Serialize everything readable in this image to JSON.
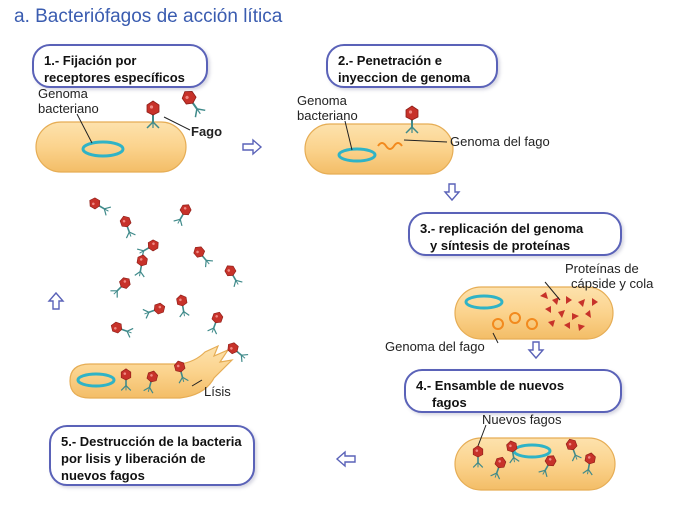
{
  "title": "a. Bacteriófagos de acción lítica",
  "steps": [
    {
      "line1": "1.- Fijación por",
      "line2": "receptores específicos"
    },
    {
      "line1": "2.- Penetración e",
      "line2": "inyeccion de genoma"
    },
    {
      "line1": "3.- replicación del genoma",
      "line2": "y síntesis de proteínas"
    },
    {
      "line1": "4.- Ensamble de nuevos",
      "line2": "fagos"
    },
    {
      "line1": "5.- Destrucción de la bacteria",
      "line2": "por lisis y  liberación de",
      "line3": "nuevos fagos"
    }
  ],
  "labels": {
    "genoma_bacteriano_1a": "Genoma",
    "genoma_bacteriano_1b": "bacteriano",
    "fago": "Fago",
    "genoma_bacteriano_2a": "Genoma",
    "genoma_bacteriano_2b": "bacteriano",
    "genoma_fago_2": "Genoma del fago",
    "proteinas_a": "Proteínas de",
    "proteinas_b": "cápside y cola",
    "genoma_fago_3": "Genoma del fago",
    "nuevos_fagos": "Nuevos fagos",
    "lisis": "Lísis"
  },
  "colors": {
    "title": "#3a5cb0",
    "box_border": "#5a62b8",
    "bacterium_fill": "#fbd38d",
    "bacterium_edge": "#e6ad55",
    "bacterial_genome": "#2fb3c6",
    "phage_genome": "#f28a1e",
    "phage_head": "#c7322a",
    "phage_tail": "#3f8a8a",
    "arrow": "#5a62b8"
  }
}
